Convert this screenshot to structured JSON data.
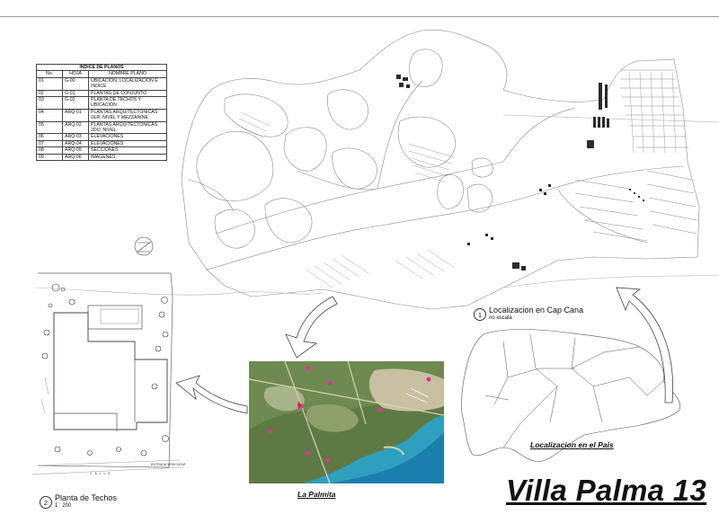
{
  "index_table": {
    "title": "INDICE DE PLANOS",
    "headers": [
      "No.",
      "HOJA",
      "NOMBRE PLANO"
    ],
    "rows": [
      [
        "01",
        "G-00",
        "UBICACION, LOCALIZACION E INDICE"
      ],
      [
        "02",
        "G-01",
        "PLANTAS DE CONJUNTO"
      ],
      [
        "03",
        "G-02",
        "PLANTA DE TECHOS Y UBICACION"
      ],
      [
        "04",
        "ARQ-01",
        "PLANTAS ARQUITECTONICAS 1ER. NIVEL Y MEZZANINE"
      ],
      [
        "05",
        "ARQ-02",
        "PLANTAS ARQUITECTONICAS 2DO. NIVEL"
      ],
      [
        "06",
        "ARQ-03",
        "ELEVACIONES"
      ],
      [
        "07",
        "ARQ-04",
        "ELEVACIONES"
      ],
      [
        "08",
        "ARQ-05",
        "SECCIONES"
      ],
      [
        "09",
        "ARQ-06",
        "IMAGENES"
      ]
    ]
  },
  "views": {
    "cap_cana": {
      "number": "1",
      "title": "Localizacion en Cap Cana",
      "scale": "no escala"
    },
    "roof_plan": {
      "number": "2",
      "title": "Planta de Techos",
      "scale": "1 : 200"
    },
    "country": {
      "title": "Localizacion en el Pais"
    },
    "satellite": {
      "title": "La Palmita"
    }
  },
  "plan_labels": {
    "street": "C A L L E",
    "entrance": "ENTRADA VEHICULAR"
  },
  "project_title": "Villa Palma 13",
  "north_arrow_icon": "north-arrow-icon",
  "colors": {
    "sea": "#2f9fc0",
    "land": "#5e7a44",
    "road": "#d9d0b8",
    "pin": "#e0338f"
  }
}
